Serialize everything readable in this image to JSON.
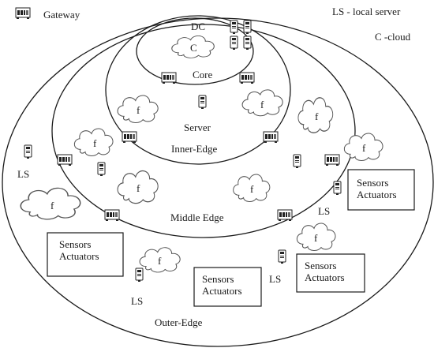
{
  "legend": {
    "gateway_label": "Gateway",
    "ls_label": "LS - local server",
    "c_label": "C -cloud"
  },
  "layers": {
    "dc": "DC",
    "core": "Core",
    "server": "Server",
    "inner_edge": "Inner-Edge",
    "middle_edge": "Middle Edge",
    "outer_edge": "Outer-Edge"
  },
  "cloud_central": "C",
  "fog_label": "f",
  "ls_label": "LS",
  "sensor_box": {
    "line1": "Sensors",
    "line2": "Actuators"
  },
  "icons": {
    "gateway": "gateway-router-icon",
    "server": "server-tower-icon",
    "fog": "fog-cloud-icon"
  }
}
